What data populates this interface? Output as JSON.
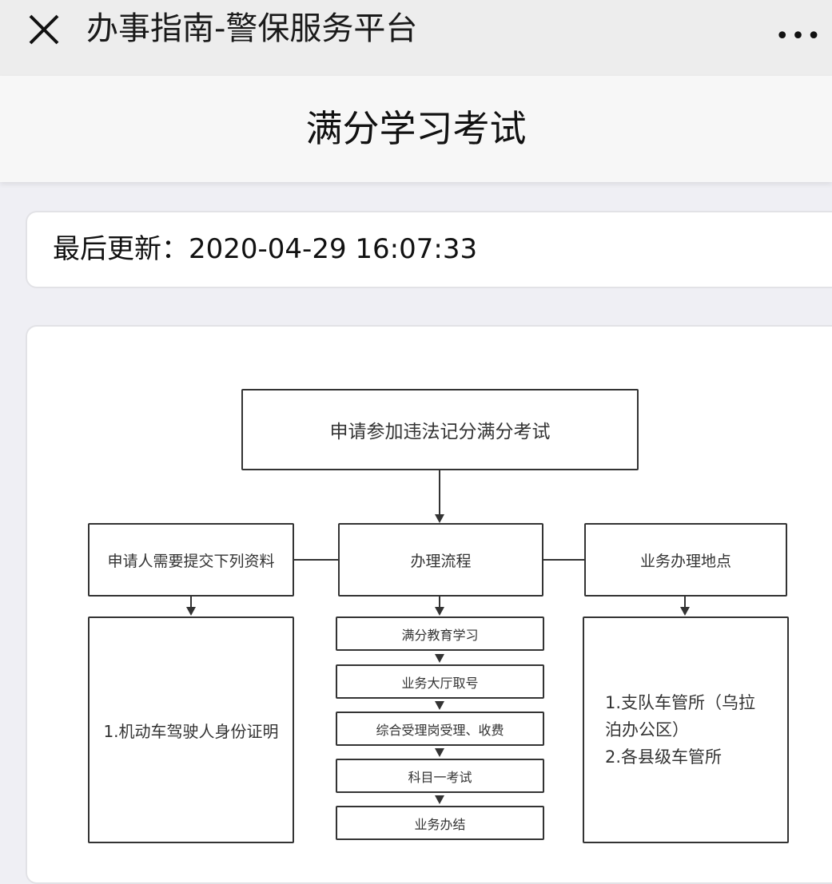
{
  "topbar": {
    "title": "办事指南-警保服务平台",
    "close_icon": "close-icon",
    "more_icon": "more-icon"
  },
  "header": {
    "title": "满分学习考试"
  },
  "update": {
    "label": "最后更新：",
    "value": "2020-04-29 16:07:33"
  },
  "flow": {
    "top": "申请参加违法记分满分考试",
    "left_title": "申请人需要提交下列资料",
    "mid_title": "办理流程",
    "right_title": "业务办理地点",
    "left_body": "1.机动车驾驶人身份证明",
    "steps": [
      "满分教育学习",
      "业务大厅取号",
      "综合受理岗受理、收费",
      "科目一考试",
      "业务办结"
    ],
    "right_body": [
      "1.支队车管所（乌拉泊办公区）",
      "2.各县级车管所"
    ]
  }
}
